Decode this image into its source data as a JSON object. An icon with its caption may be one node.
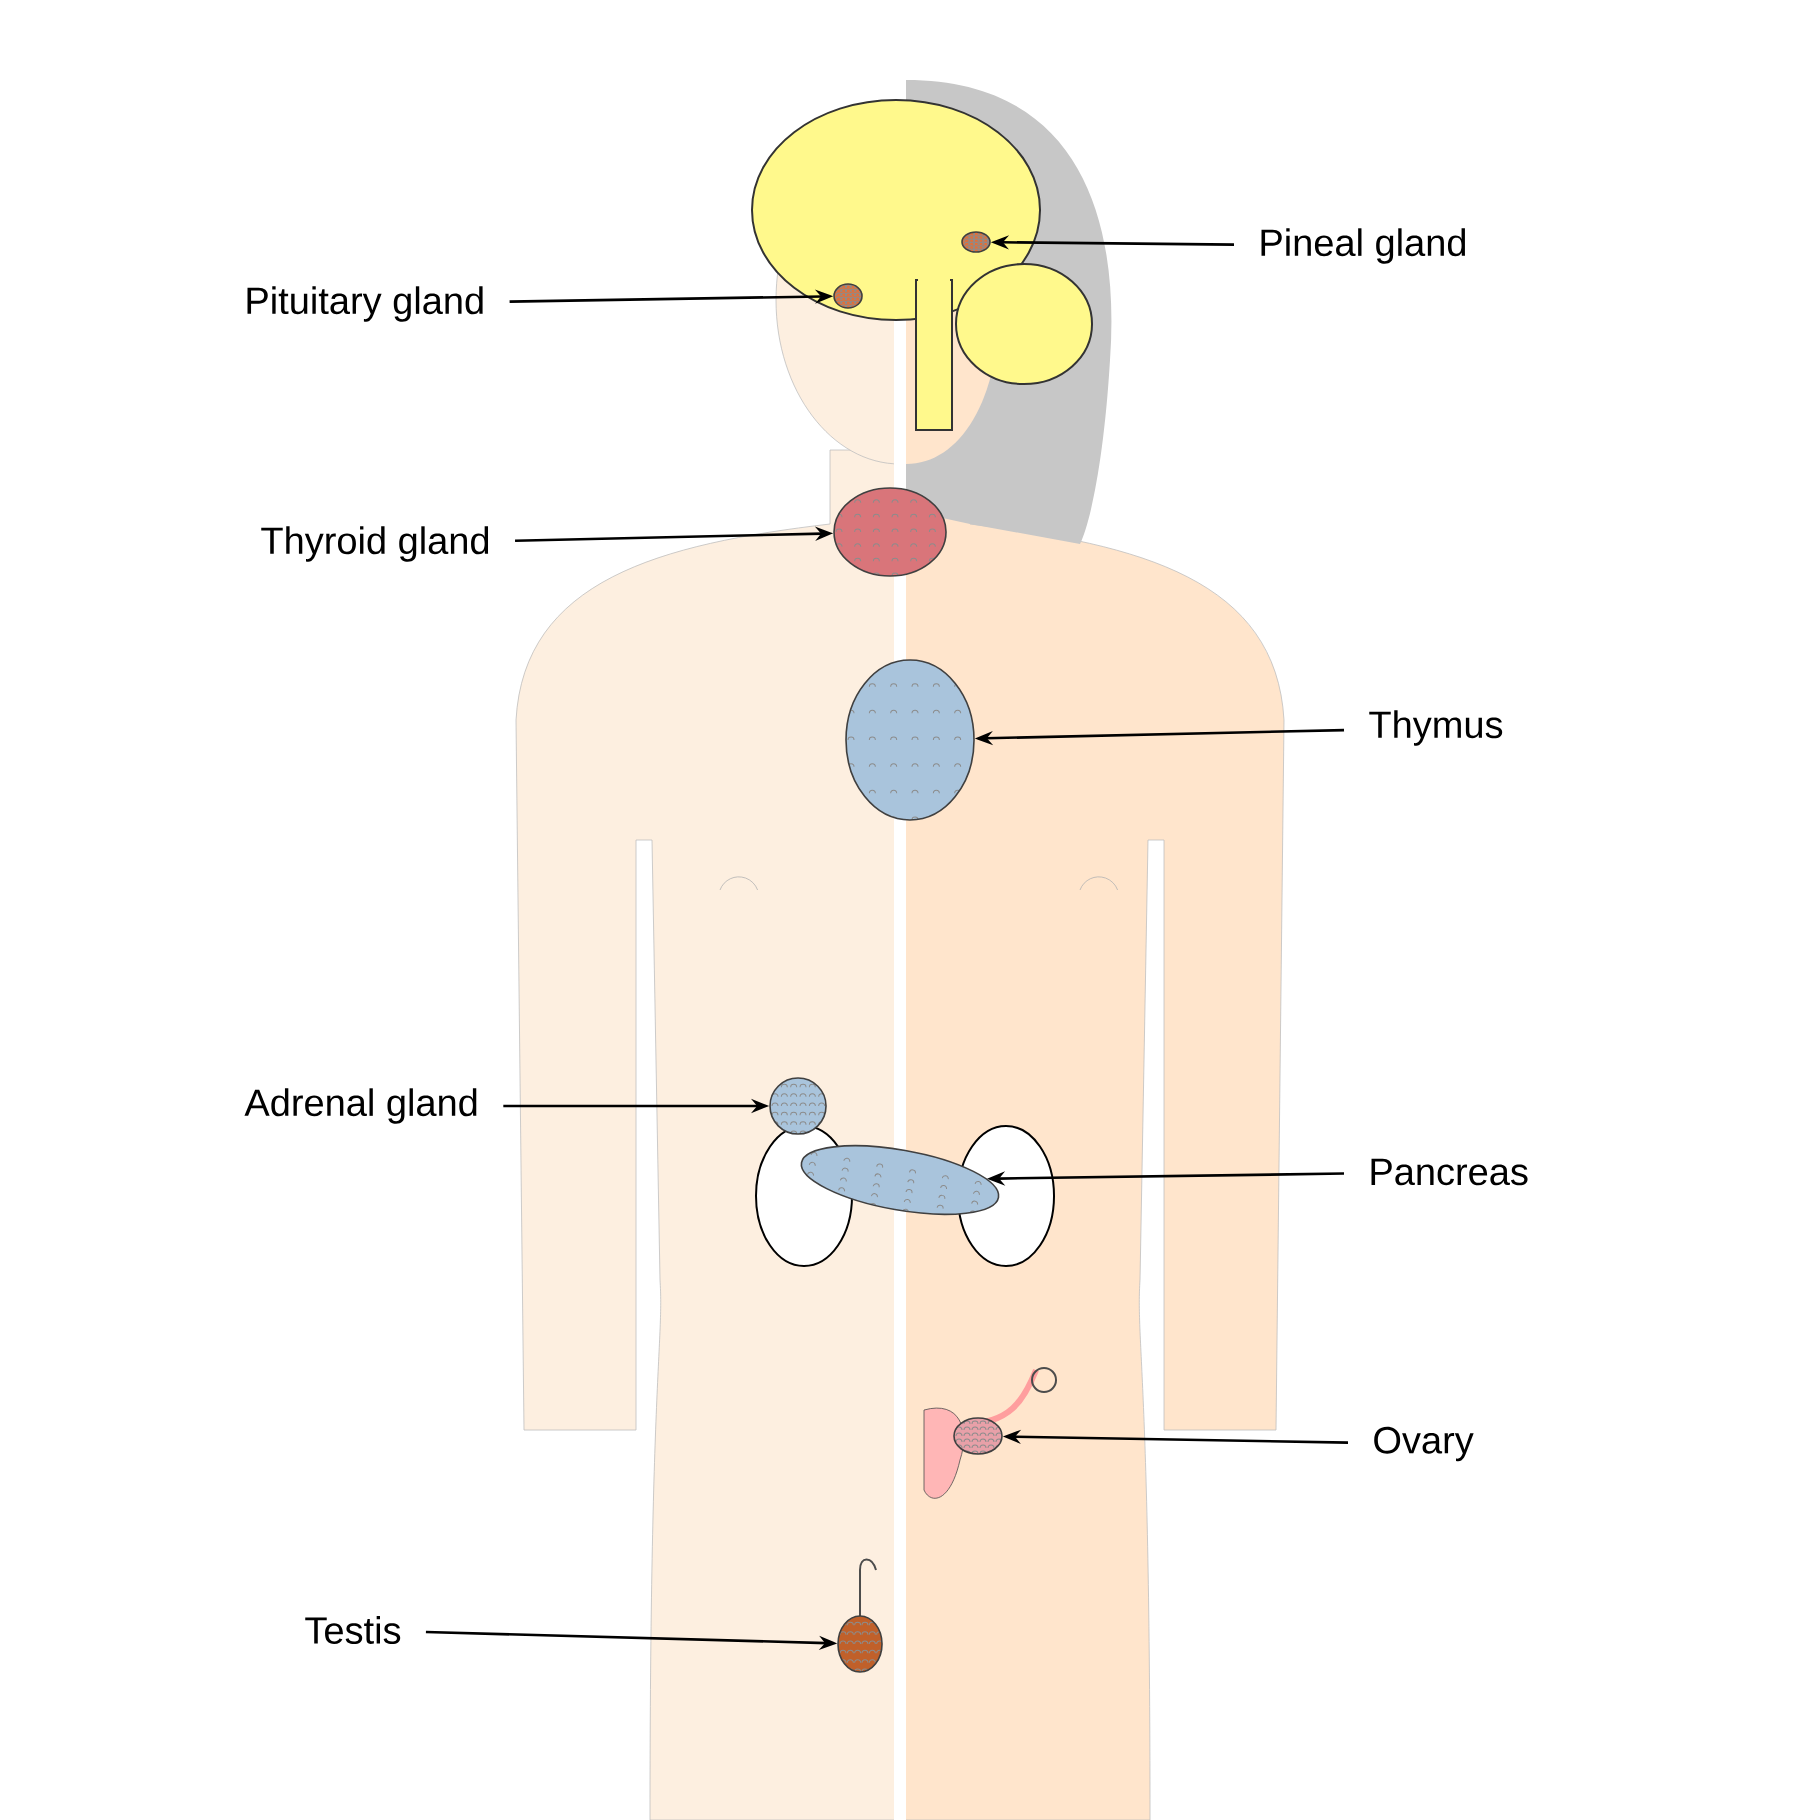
{
  "diagram": {
    "nodes": [
      {
        "text": [
          "Pineal gland"
        ]
      },
      {
        "text": [
          "Pituitary gland"
        ]
      },
      {
        "text": [
          "Thyroid gland"
        ]
      },
      {
        "text": [
          "Thymus"
        ]
      },
      {
        "text": [
          "Adrenal gland"
        ]
      },
      {
        "text": [
          "Pancreas"
        ]
      },
      {
        "text": [
          "Ovary"
        ]
      },
      {
        "text": [
          "Testis"
        ]
      },
      {
        "text": [],
        "shape": "picture"
      },
      {
        "text": [],
        "shape": "picture"
      },
      {
        "text": [],
        "shape": "picture"
      },
      {
        "text": [],
        "shape": "picture"
      },
      {
        "text": [],
        "shape": "picture"
      },
      {
        "text": [],
        "shape": "picture"
      },
      {
        "text": [],
        "shape": "picture"
      },
      {
        "text": [],
        "shape": "picture"
      }
    ],
    "edges": [
      {
        "from": 0,
        "to": 8,
        "arrow": "to"
      },
      {
        "from": 1,
        "to": 9,
        "arrow": "to"
      },
      {
        "from": 2,
        "to": 10,
        "arrow": "to"
      },
      {
        "from": 3,
        "to": 11,
        "arrow": "to"
      },
      {
        "from": 4,
        "to": 12,
        "arrow": "to"
      },
      {
        "from": 5,
        "to": 13,
        "arrow": "to"
      },
      {
        "from": 6,
        "to": 14,
        "arrow": "to"
      },
      {
        "from": 7,
        "to": 15,
        "arrow": "to"
      }
    ]
  }
}
